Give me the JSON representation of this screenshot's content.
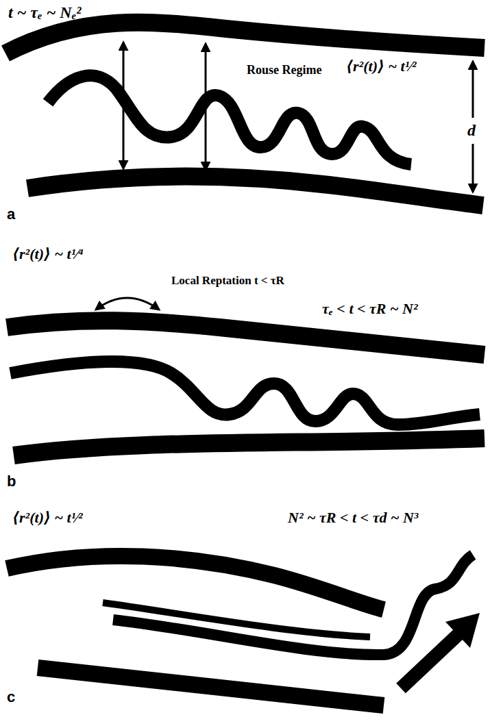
{
  "diagram": {
    "labels": [
      "t ~ τₑ ~ Nₑ²",
      "Rouse Regime",
      "⟨r²(t)⟩ ~ t¹⁄²",
      "d",
      "a",
      "⟨r²(t)⟩ ~ t¹⁄⁴",
      "Local Reptation t < τR",
      "τₑ < t < τR ~ N²",
      "b",
      "⟨r²(t)⟩ ~ t¹⁄²",
      "N² ~ τR < t < τd ~ N³",
      "c"
    ]
  }
}
